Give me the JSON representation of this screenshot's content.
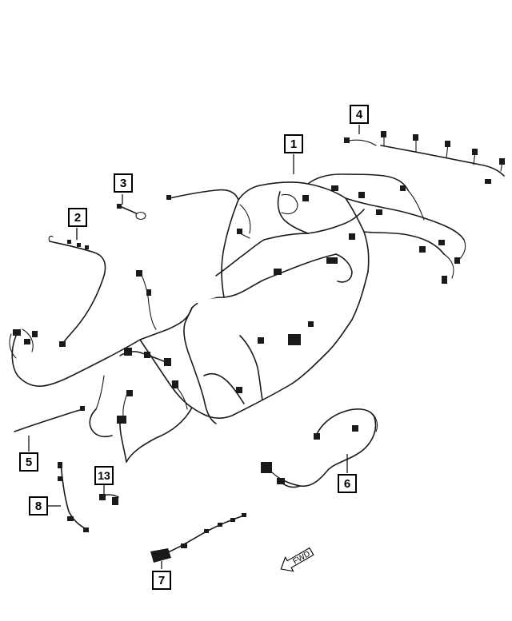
{
  "diagram": {
    "callouts": [
      {
        "id": "1",
        "label": "1"
      },
      {
        "id": "2",
        "label": "2"
      },
      {
        "id": "3",
        "label": "3"
      },
      {
        "id": "4",
        "label": "4"
      },
      {
        "id": "5",
        "label": "5"
      },
      {
        "id": "6",
        "label": "6"
      },
      {
        "id": "7",
        "label": "7"
      },
      {
        "id": "8",
        "label": "8"
      },
      {
        "id": "13",
        "label": "13"
      }
    ],
    "direction_arrow": {
      "label": "FWD"
    }
  }
}
